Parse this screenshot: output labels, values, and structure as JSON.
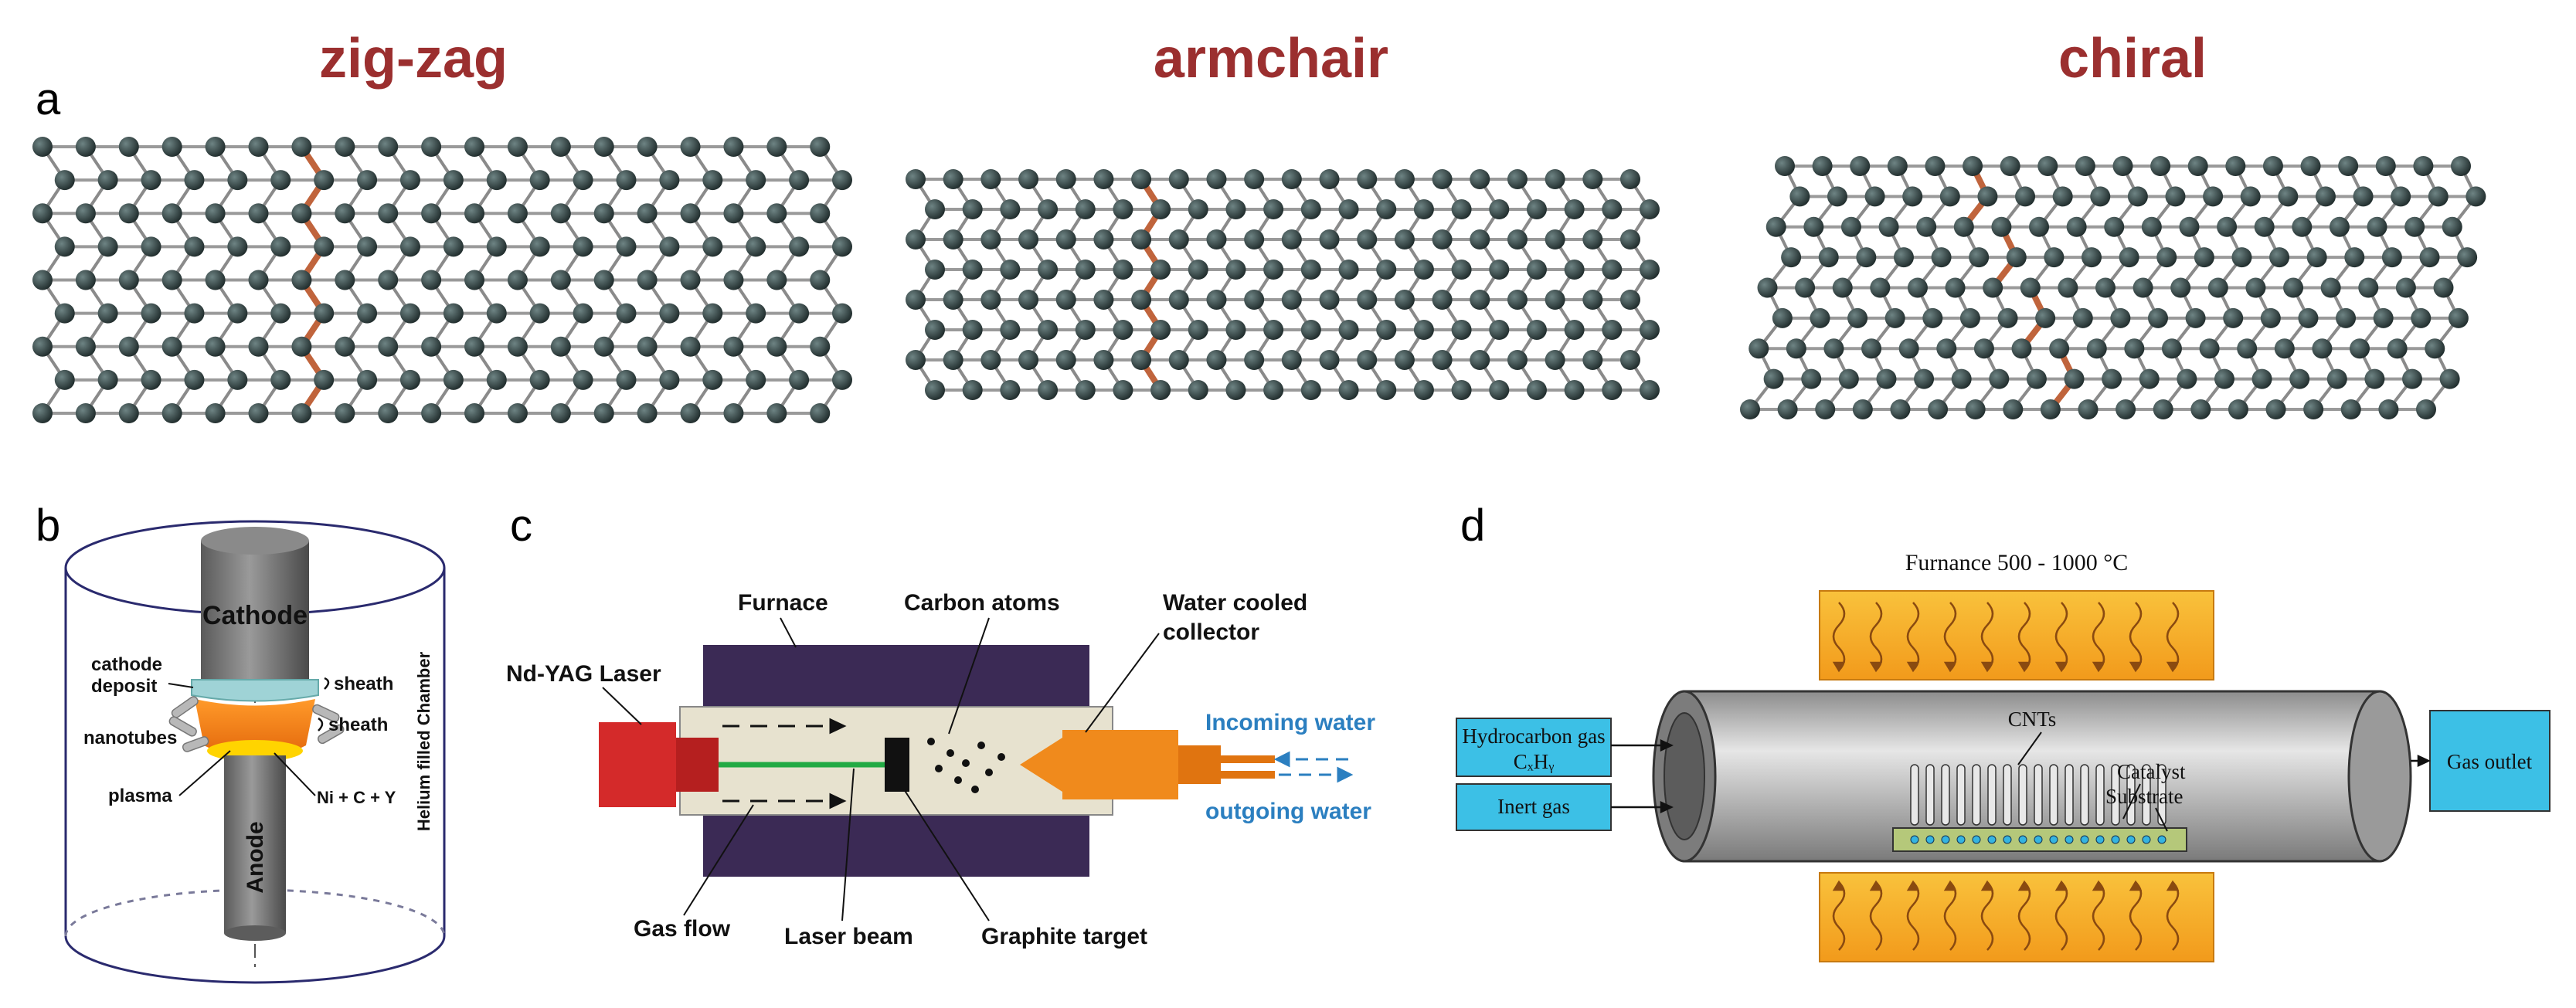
{
  "panel_letters": {
    "a": "a",
    "b": "b",
    "c": "c",
    "d": "d"
  },
  "panel_a": {
    "titles": [
      "zig-zag",
      "armchair",
      "chiral"
    ],
    "title_color": "#9b2f2f",
    "atom_color": "#2f3f3f",
    "highlight_color": "#c0643c"
  },
  "panel_b": {
    "cathode": "Cathode",
    "anode": "Anode",
    "cathode_deposit_line1": "cathode",
    "cathode_deposit_line2": "deposit",
    "sheath_top": "sheath",
    "sheath_bottom": "sheath",
    "nanotubes": "nanotubes",
    "plasma": "plasma",
    "composition": "Ni + C + Y",
    "chamber": "Helium filled Chamber",
    "chamber_color": "#2a2a6e"
  },
  "panel_c": {
    "furnace": "Furnace",
    "carbon_atoms": "Carbon atoms",
    "collector_line1": "Water cooled",
    "collector_line2": "collector",
    "laser": "Nd-YAG Laser",
    "incoming": "Incoming water",
    "outgoing": "outgoing water",
    "gas_flow": "Gas flow",
    "laser_beam": "Laser beam",
    "target": "Graphite target",
    "water_color": "#2b7fc0",
    "furnace_color": "#3b2a55",
    "laser_color": "#d42a2a",
    "collector_color": "#f08a1c",
    "beam_color": "#22aa44"
  },
  "panel_d": {
    "furnace": "Furnance 500 - 1000 °C",
    "hydrocarbon_line1": "Hydrocarbon gas",
    "hydrocarbon_formula": "CₓHᵧ",
    "inert": "Inert gas",
    "cnts": "CNTs",
    "catalyst": "Catalyst",
    "substrate": "Substrate",
    "outlet": "Gas outlet",
    "box_color": "#3cc0e6",
    "heater_color": "#f6a623"
  }
}
